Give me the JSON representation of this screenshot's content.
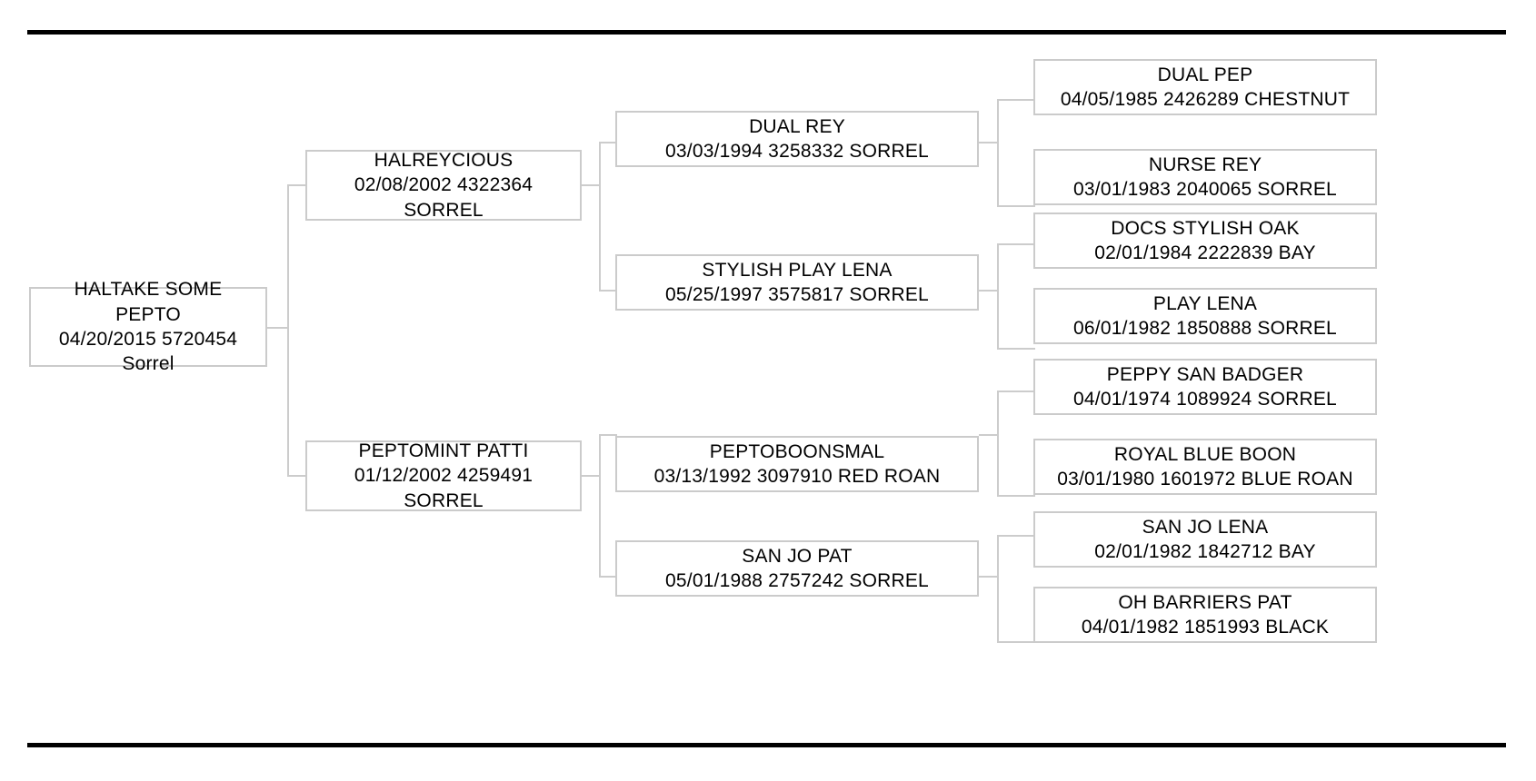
{
  "document": {
    "type": "pedigree-chart",
    "title": "",
    "generations": 4,
    "rules": {
      "top": true,
      "bottom": true,
      "color": "#000000"
    },
    "colors": {
      "box_border": "#cbcbcb",
      "connector": "#cccccc",
      "text": "#000000",
      "background": "#ffffff",
      "rule": "#000000"
    }
  },
  "chart_data": {
    "type": "tree",
    "orientation": "left-to-right",
    "generations": 4,
    "nodes": [
      {
        "id": "subject",
        "generation": 1,
        "name": "HALTAKE SOME PEPTO",
        "details": "04/20/2015 5720454 Sorrel",
        "date": "04/20/2015",
        "registration": "5720454",
        "color": "Sorrel"
      },
      {
        "id": "sire",
        "generation": 2,
        "name": "HALREYCIOUS",
        "details": "02/08/2002 4322364 SORREL",
        "date": "02/08/2002",
        "registration": "4322364",
        "color": "SORREL"
      },
      {
        "id": "dam",
        "generation": 2,
        "name": "PEPTOMINT PATTI",
        "details": "01/12/2002 4259491 SORREL",
        "date": "01/12/2002",
        "registration": "4259491",
        "color": "SORREL"
      },
      {
        "id": "sire-sire",
        "generation": 3,
        "name": "DUAL REY",
        "details": "03/03/1994 3258332 SORREL",
        "date": "03/03/1994",
        "registration": "3258332",
        "color": "SORREL"
      },
      {
        "id": "sire-dam",
        "generation": 3,
        "name": "STYLISH PLAY LENA",
        "details": "05/25/1997 3575817 SORREL",
        "date": "05/25/1997",
        "registration": "3575817",
        "color": "SORREL"
      },
      {
        "id": "dam-sire",
        "generation": 3,
        "name": "PEPTOBOONSMAL",
        "details": "03/13/1992 3097910 RED ROAN",
        "date": "03/13/1992",
        "registration": "3097910",
        "color": "RED ROAN"
      },
      {
        "id": "dam-dam",
        "generation": 3,
        "name": "SAN JO PAT",
        "details": "05/01/1988 2757242 SORREL",
        "date": "05/01/1988",
        "registration": "2757242",
        "color": "SORREL"
      },
      {
        "id": "g4-1",
        "generation": 4,
        "name": "DUAL PEP",
        "details": "04/05/1985 2426289 CHESTNUT",
        "date": "04/05/1985",
        "registration": "2426289",
        "color": "CHESTNUT"
      },
      {
        "id": "g4-2",
        "generation": 4,
        "name": "NURSE REY",
        "details": "03/01/1983 2040065 SORREL",
        "date": "03/01/1983",
        "registration": "2040065",
        "color": "SORREL"
      },
      {
        "id": "g4-3",
        "generation": 4,
        "name": "DOCS STYLISH OAK",
        "details": "02/01/1984 2222839 BAY",
        "date": "02/01/1984",
        "registration": "2222839",
        "color": "BAY"
      },
      {
        "id": "g4-4",
        "generation": 4,
        "name": "PLAY LENA",
        "details": "06/01/1982 1850888 SORREL",
        "date": "06/01/1982",
        "registration": "1850888",
        "color": "SORREL"
      },
      {
        "id": "g4-5",
        "generation": 4,
        "name": "PEPPY SAN BADGER",
        "details": "04/01/1974 1089924 SORREL",
        "date": "04/01/1974",
        "registration": "1089924",
        "color": "SORREL"
      },
      {
        "id": "g4-6",
        "generation": 4,
        "name": "ROYAL BLUE BOON",
        "details": "03/01/1980 1601972 BLUE ROAN",
        "date": "03/01/1980",
        "registration": "1601972",
        "color": "BLUE ROAN"
      },
      {
        "id": "g4-7",
        "generation": 4,
        "name": "SAN JO LENA",
        "details": "02/01/1982 1842712 BAY",
        "date": "02/01/1982",
        "registration": "1842712",
        "color": "BAY"
      },
      {
        "id": "g4-8",
        "generation": 4,
        "name": "OH BARRIERS PAT",
        "details": "04/01/1982 1851993 BLACK",
        "date": "04/01/1982",
        "registration": "1851993",
        "color": "BLACK"
      }
    ],
    "edges": [
      {
        "from": "subject",
        "to": "sire"
      },
      {
        "from": "subject",
        "to": "dam"
      },
      {
        "from": "sire",
        "to": "sire-sire"
      },
      {
        "from": "sire",
        "to": "sire-dam"
      },
      {
        "from": "dam",
        "to": "dam-sire"
      },
      {
        "from": "dam",
        "to": "dam-dam"
      },
      {
        "from": "sire-sire",
        "to": "g4-1"
      },
      {
        "from": "sire-sire",
        "to": "g4-2"
      },
      {
        "from": "sire-dam",
        "to": "g4-3"
      },
      {
        "from": "sire-dam",
        "to": "g4-4"
      },
      {
        "from": "dam-sire",
        "to": "g4-5"
      },
      {
        "from": "dam-sire",
        "to": "g4-6"
      },
      {
        "from": "dam-dam",
        "to": "g4-7"
      },
      {
        "from": "dam-dam",
        "to": "g4-8"
      }
    ]
  },
  "nodes": {
    "subject": {
      "name_line1": "HALTAKE SOME",
      "name_line2": "PEPTO",
      "detail_line1": "04/20/2015 5720454",
      "detail_line2": "Sorrel"
    },
    "sire": {
      "name": "HALREYCIOUS",
      "detail_line1": "02/08/2002 4322364",
      "detail_line2": "SORREL"
    },
    "dam": {
      "name": "PEPTOMINT PATTI",
      "detail_line1": "01/12/2002 4259491",
      "detail_line2": "SORREL"
    },
    "sire_sire": {
      "name": "DUAL REY",
      "detail": "03/03/1994 3258332 SORREL"
    },
    "sire_dam": {
      "name": "STYLISH PLAY LENA",
      "detail": "05/25/1997 3575817 SORREL"
    },
    "dam_sire": {
      "name": "PEPTOBOONSMAL",
      "detail": "03/13/1992 3097910 RED ROAN"
    },
    "dam_dam": {
      "name": "SAN JO PAT",
      "detail": "05/01/1988 2757242 SORREL"
    },
    "g4_1": {
      "name": "DUAL PEP",
      "detail": "04/05/1985 2426289 CHESTNUT"
    },
    "g4_2": {
      "name": "NURSE REY",
      "detail": "03/01/1983 2040065 SORREL"
    },
    "g4_3": {
      "name": "DOCS STYLISH OAK",
      "detail": "02/01/1984 2222839 BAY"
    },
    "g4_4": {
      "name": "PLAY LENA",
      "detail": "06/01/1982 1850888 SORREL"
    },
    "g4_5": {
      "name": "PEPPY SAN BADGER",
      "detail": "04/01/1974 1089924 SORREL"
    },
    "g4_6": {
      "name": "ROYAL BLUE BOON",
      "detail": "03/01/1980 1601972 BLUE ROAN"
    },
    "g4_7": {
      "name": "SAN JO LENA",
      "detail": "02/01/1982 1842712 BAY"
    },
    "g4_8": {
      "name": "OH BARRIERS PAT",
      "detail": "04/01/1982 1851993 BLACK"
    }
  }
}
